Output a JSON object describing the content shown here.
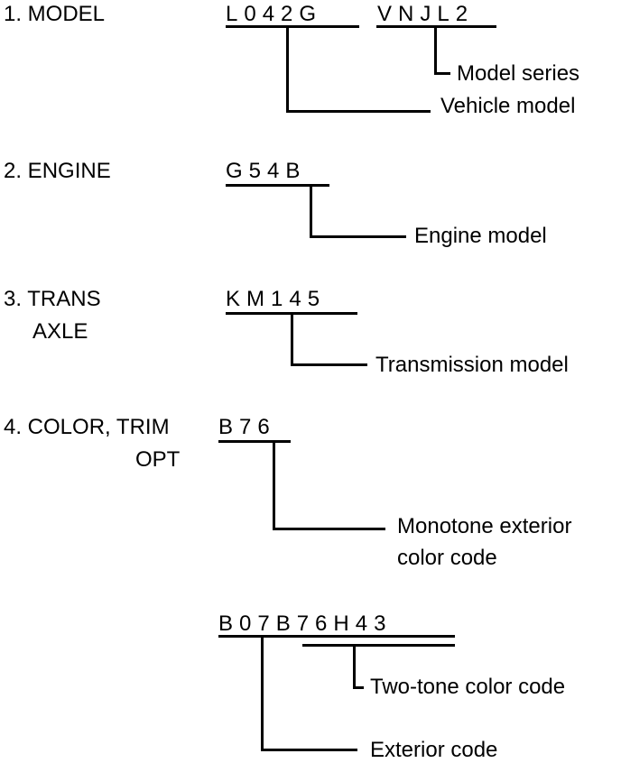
{
  "sections": [
    {
      "label": "1. MODEL",
      "codes": [
        "L042G",
        "VNJL2"
      ],
      "callouts": [
        "Model series",
        "Vehicle model"
      ]
    },
    {
      "label": "2. ENGINE",
      "codes": [
        "G54B"
      ],
      "callouts": [
        "Engine model"
      ]
    },
    {
      "label_lines": [
        "3. TRANS",
        "AXLE"
      ],
      "codes": [
        "KM145"
      ],
      "callouts": [
        "Transmission model"
      ]
    },
    {
      "label_lines": [
        "4. COLOR, TRIM",
        "OPT"
      ],
      "codes": [
        "B76"
      ],
      "callouts": [
        "Monotone exterior",
        "color code"
      ]
    },
    {
      "codes": [
        "B07B76H43"
      ],
      "callouts": [
        "Two-tone color code",
        "Exterior code"
      ]
    }
  ]
}
